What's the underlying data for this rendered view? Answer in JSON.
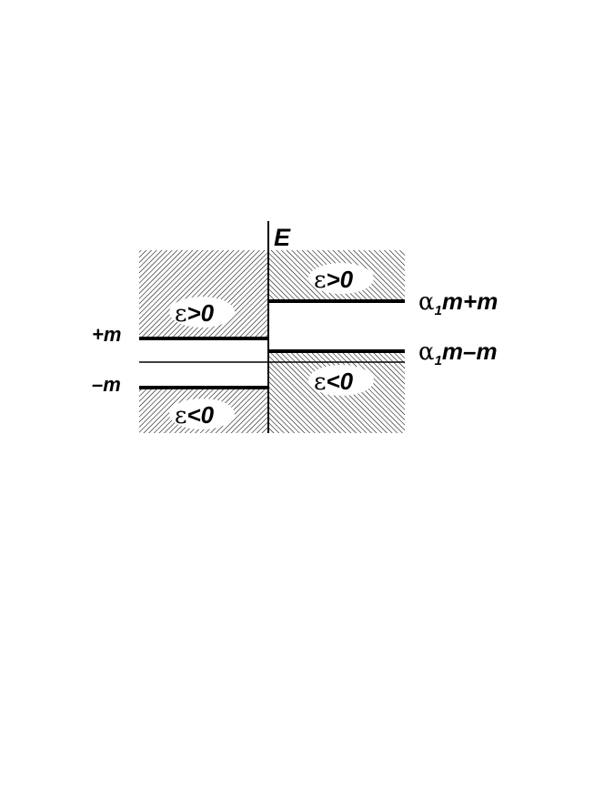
{
  "axis": {
    "label": "E"
  },
  "left_region": {
    "upper_label_epsilon": "ε",
    "upper_label_rel": ">0",
    "lower_label_epsilon": "ε",
    "lower_label_rel": "<0",
    "plus_m_label": "+m",
    "minus_m_label": "–m"
  },
  "right_region": {
    "upper_label_epsilon": "ε",
    "upper_label_rel": ">0",
    "lower_label_epsilon": "ε",
    "lower_label_rel": "<0",
    "upper_level_alpha": "α",
    "upper_level_sub": "1",
    "upper_level_rest": "m+m",
    "lower_level_alpha": "α",
    "lower_level_sub": "1",
    "lower_level_rest": "m–m"
  },
  "colors": {
    "line": "#000000",
    "hatch": "#000000",
    "background": "#ffffff"
  }
}
